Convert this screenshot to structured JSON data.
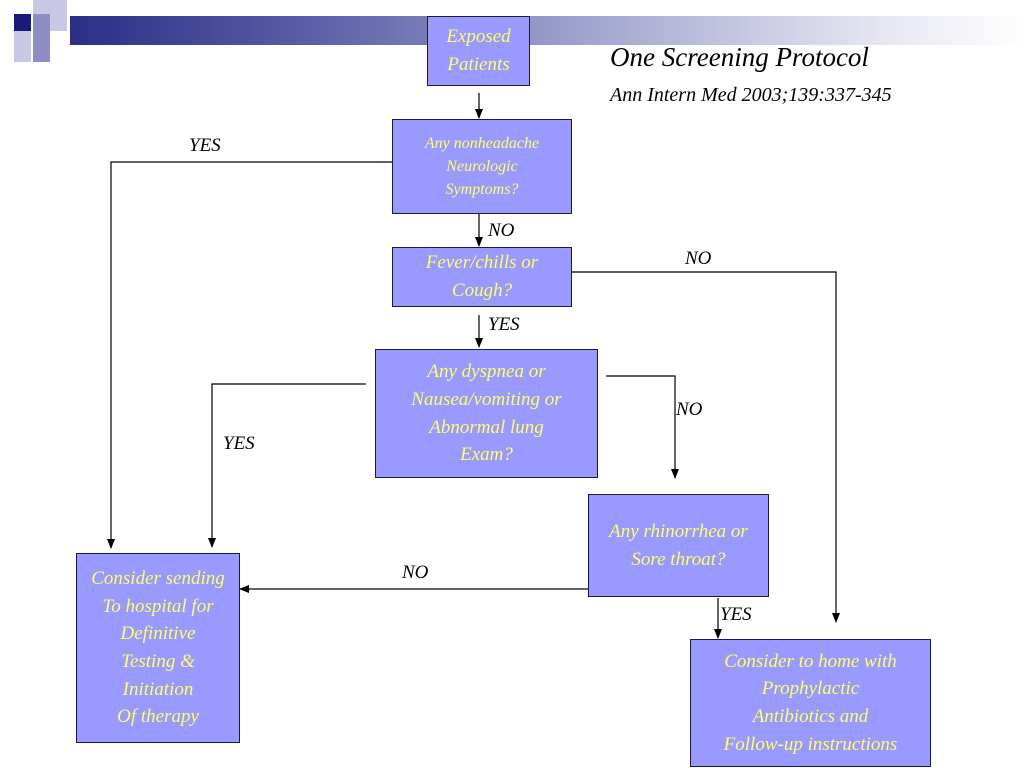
{
  "title": "One Screening Protocol",
  "subtitle": "Ann Intern Med 2003;139:337-345",
  "colors": {
    "box_fill": "#9999ff",
    "box_text": "#ffff66",
    "band_dark": "#2b2f86"
  },
  "nodes": {
    "exposed": "Exposed\nPatients",
    "neuro": "Any nonheadache\nNeurologic\nSymptoms?",
    "fever": "Fever/chills or\nCough?",
    "dyspnea": "Any dyspnea or\nNausea/vomiting or\nAbnormal lung\nExam?",
    "rhino": "Any rhinorrhea or\nSore throat?",
    "hospital": "Consider sending\nTo hospital  for\nDefinitive\nTesting &\nInitiation\nOf therapy",
    "home": "Consider to home with\nProphylactic\nAntibiotics and\nFollow-up instructions"
  },
  "edge_labels": {
    "neuro_yes": "YES",
    "neuro_no": "NO",
    "fever_no": "NO",
    "fever_yes": "YES",
    "dyspnea_no": "NO",
    "dyspnea_yes": "YES",
    "rhino_no": "NO",
    "rhino_yes": "YES"
  }
}
